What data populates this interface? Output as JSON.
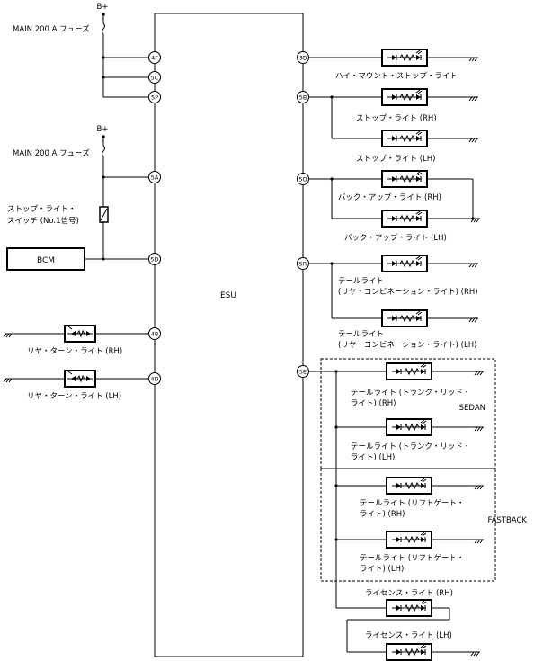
{
  "title": "ESU",
  "power": [
    {
      "supply": "B+",
      "fuse": "MAIN 200 A フューズ"
    },
    {
      "supply": "B+",
      "fuse": "MAIN 200 A フューズ"
    }
  ],
  "switch": {
    "line1": "ストップ・ライト・",
    "line2": "スイッチ (No.1信号)"
  },
  "bcm": "BCM",
  "pins": {
    "4F": "4F",
    "5C": "5C",
    "5P": "5P",
    "5A": "5A",
    "5D": "5D",
    "4B": "4B",
    "4D": "4D",
    "3B": "3B",
    "5B": "5B",
    "5O": "5O",
    "5R": "5R",
    "5E": "5E"
  },
  "lamps": {
    "high_mount": "ハイ・マウント・ストップ・ライト",
    "stop_rh": "ストップ・ライト (RH)",
    "stop_lh": "ストップ・ライト (LH)",
    "back_rh": "バック・アップ・ライト (RH)",
    "back_lh": "バック・アップ・ライト (LH)",
    "tail_rh_1": "テールライト",
    "tail_rh_2": "(リヤ・コンビネーション・ライト) (RH)",
    "tail_lh_1": "テールライト",
    "tail_lh_2": "(リヤ・コンビネーション・ライト) (LH)",
    "trunk_rh_1": "テールライト (トランク・リッド・",
    "trunk_rh_2": "ライト) (RH)",
    "trunk_lh_1": "テールライト (トランク・リッド・",
    "trunk_lh_2": "ライト) (LH)",
    "lift_rh_1": "テールライト (リフトゲート・",
    "lift_rh_2": "ライト) (RH)",
    "lift_lh_1": "テールライト (リフトゲート・",
    "lift_lh_2": "ライト) (LH)",
    "license_rh": "ライセンス・ライト (RH)",
    "license_lh": "ライセンス・ライト (LH)",
    "rear_turn_rh": "リヤ・ターン・ライト (RH)",
    "rear_turn_lh": "リヤ・ターン・ライト (LH)"
  },
  "groups": {
    "sedan": "SEDAN",
    "fastback": "FASTBACK"
  }
}
